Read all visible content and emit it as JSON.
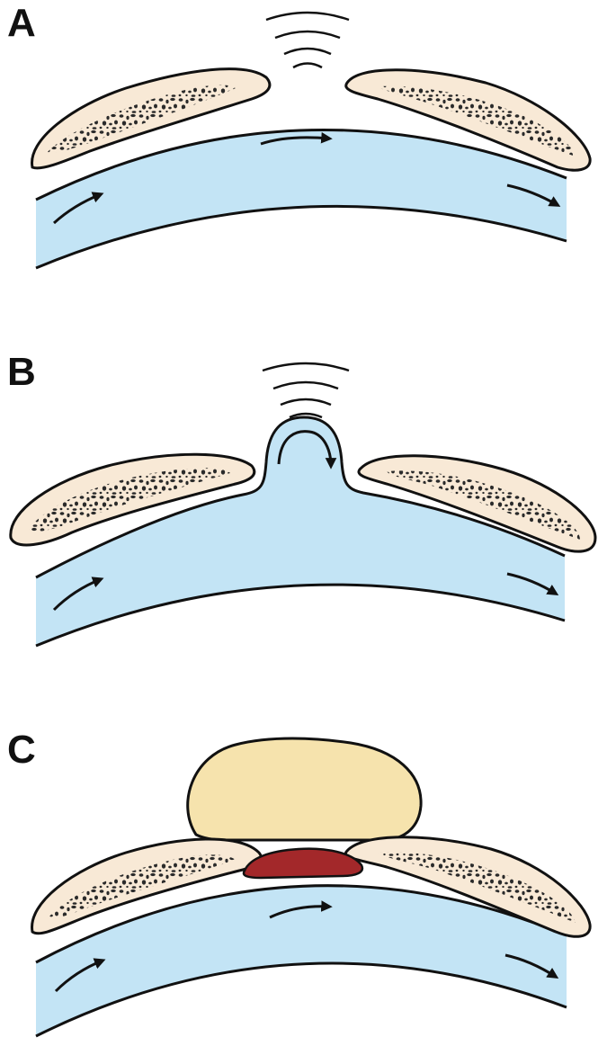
{
  "panels": [
    {
      "label": "A"
    },
    {
      "label": "B"
    },
    {
      "label": "C"
    }
  ],
  "colors": {
    "sinus_fill": "#c3e4f5",
    "bone_fill": "#f8e9d6",
    "bone_pore": "#2a2a2a",
    "outline": "#111111",
    "mass_fill": "#f6e3ad",
    "clot_fill": "#a3282a"
  }
}
